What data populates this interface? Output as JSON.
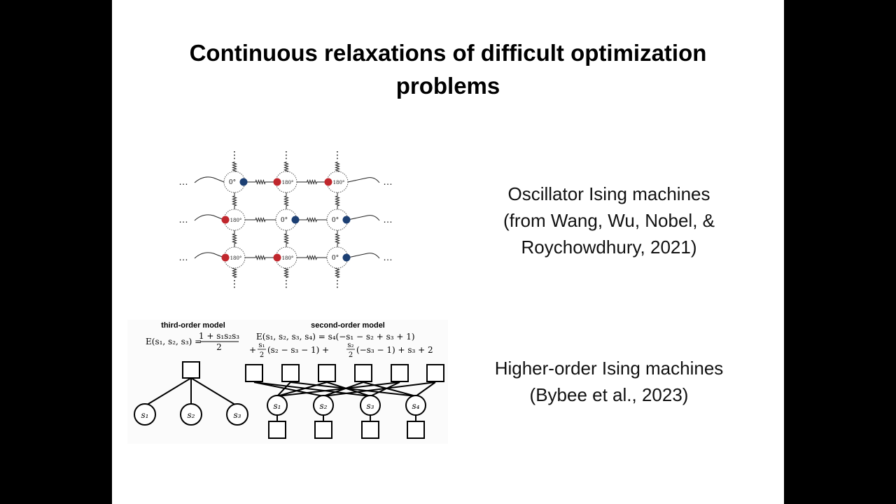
{
  "slide": {
    "title_line1": "Continuous relaxations of difficult optimization",
    "title_line2": "problems",
    "caption1_line1": "Oscillator Ising machines",
    "caption1_line2": "(from Wang, Wu, Nobel, &",
    "caption1_line3": "Roychowdhury, 2021)",
    "caption2_line1": "Higher-order Ising machines",
    "caption2_line2": "(Bybee et al., 2023)"
  },
  "oscillator_figure": {
    "ellipsis": "…",
    "vdots": "⋮",
    "phase_0": "0°",
    "phase_180": "180°",
    "grid": [
      [
        "0",
        "180",
        "180"
      ],
      [
        "180",
        "0",
        "0"
      ],
      [
        "180",
        "180",
        "0"
      ]
    ],
    "colors": {
      "phase_0_dot": "#1c3f73",
      "phase_180_dot": "#c0272d"
    }
  },
  "factor_figure": {
    "third_order": {
      "title": "third-order model",
      "equation_lhs": "E(s₁, s₂, s₃) =",
      "equation_num": "1 + s₁s₂s₃",
      "equation_den": "2",
      "nodes": [
        "s₁",
        "s₂",
        "s₃"
      ]
    },
    "second_order": {
      "title": "second-order model",
      "equation_line1": "E(s₁, s₂, s₃, s₄) = s₄(−s₁ − s₂ + s₃ + 1)",
      "equation_line2_a": "+",
      "equation_line2_frac1_num": "s₁",
      "equation_line2_frac1_den": "2",
      "equation_line2_b": "(s₂ − s₃ − 1) +",
      "equation_line2_frac2_num": "s₂",
      "equation_line2_frac2_den": "2",
      "equation_line2_c": "(−s₃ − 1) + s₃ + 2",
      "nodes": [
        "s₁",
        "s₂",
        "s₃",
        "s₄"
      ]
    }
  }
}
